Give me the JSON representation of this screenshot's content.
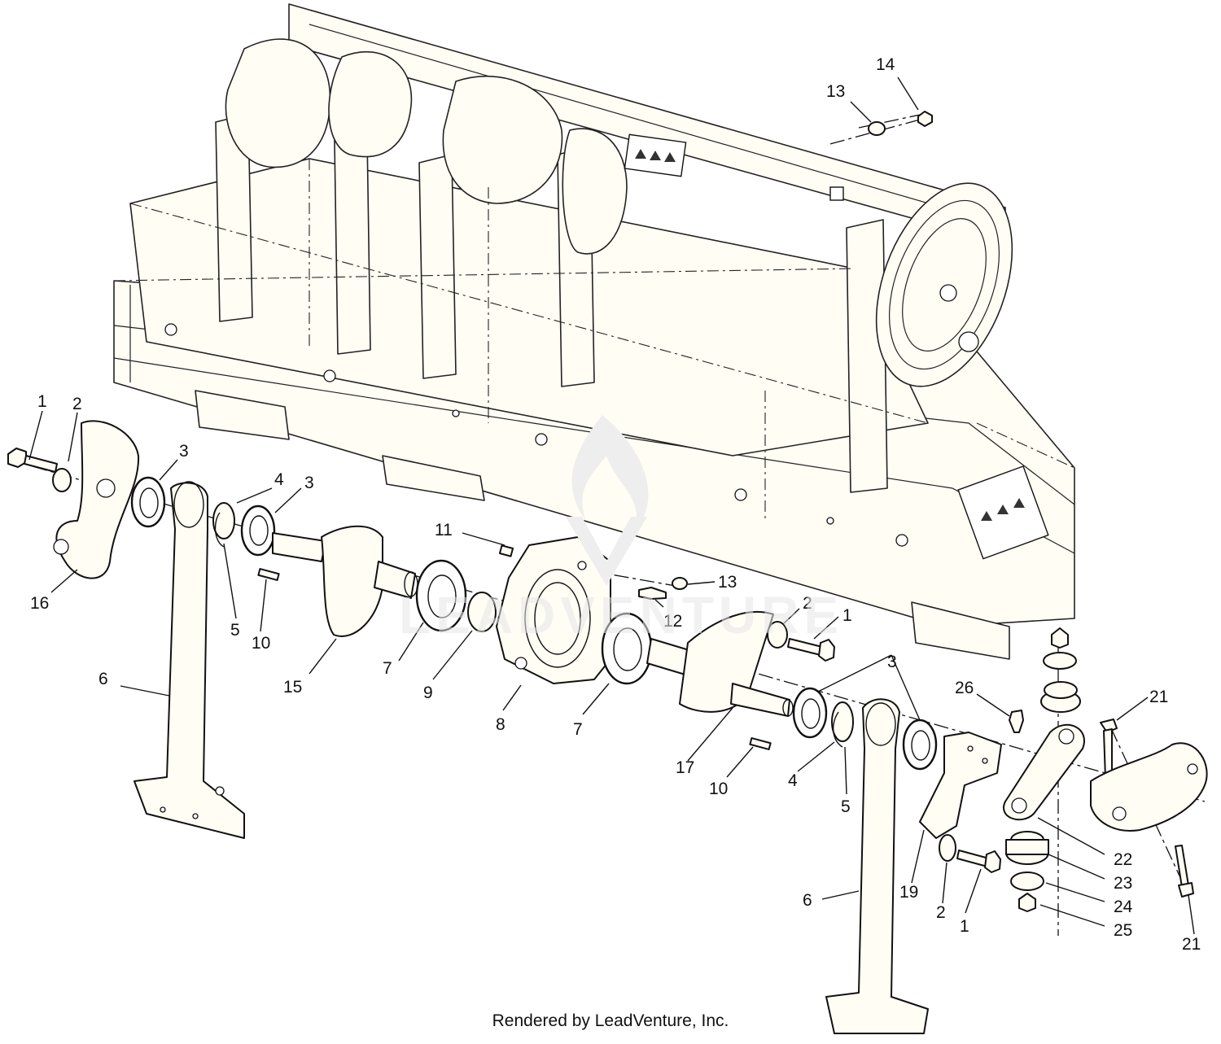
{
  "credit": "Rendered by LeadVenture, Inc.",
  "watermark": "LEADVENTURE",
  "callouts": {
    "c1a": "1",
    "c2a": "2",
    "c3a": "3",
    "c4": "4",
    "c3b": "3",
    "c16": "16",
    "c5a": "5",
    "c10a": "10",
    "c6a": "6",
    "c15": "15",
    "c11": "11",
    "c13a": "13",
    "c12": "12",
    "c7a": "7",
    "c9": "9",
    "c8": "8",
    "c7b": "7",
    "c2b": "2",
    "c1b": "1",
    "c3c": "3",
    "c17": "17",
    "c10b": "10",
    "c4b": "4",
    "c5b": "5",
    "c26": "26",
    "c21a": "21",
    "c22": "22",
    "c23": "23",
    "c24": "24",
    "c25": "25",
    "c21b": "21",
    "c19": "19",
    "c2c": "2",
    "c1c": "1",
    "c6b": "6",
    "c13b": "13",
    "c14": "14"
  }
}
